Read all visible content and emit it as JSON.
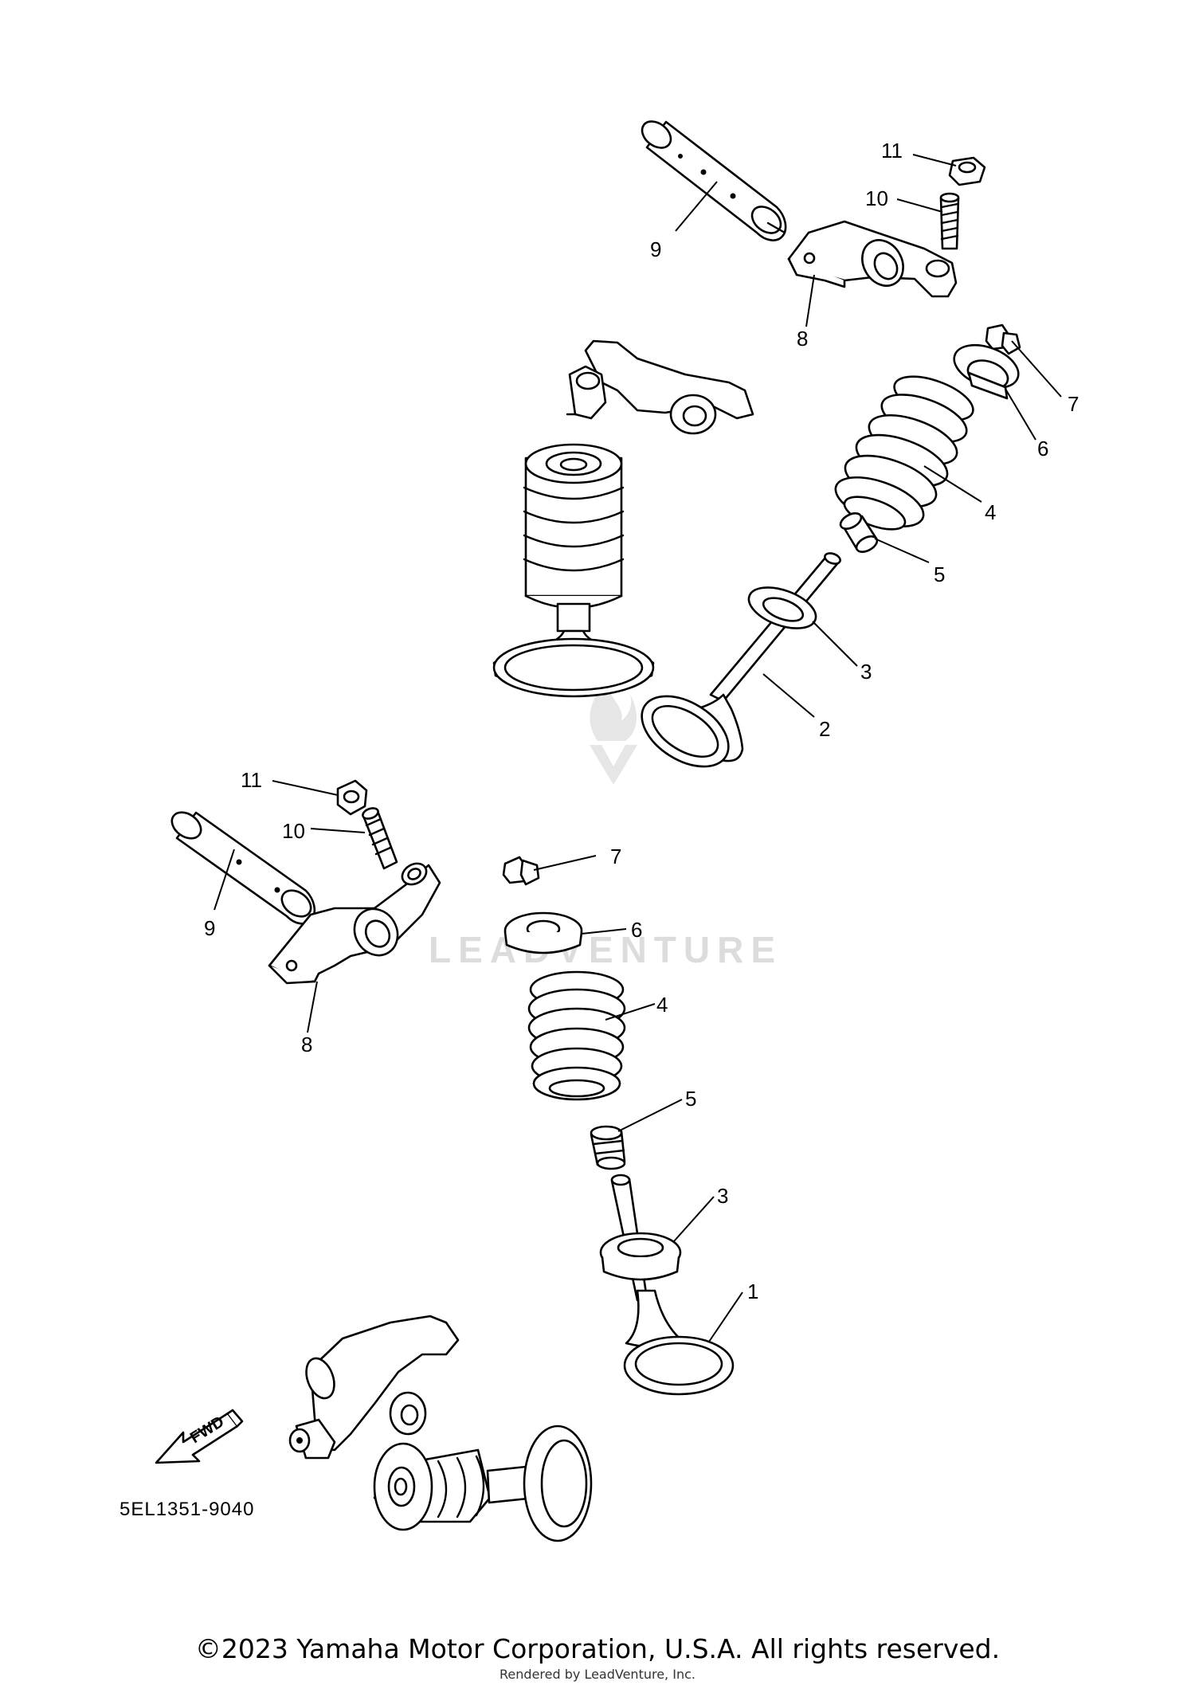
{
  "diagram": {
    "part_code": "5EL1351-9040",
    "watermark": "LEADVENTURE",
    "fwd_label": "FWD",
    "callouts": {
      "upper_11": "11",
      "upper_10": "10",
      "upper_9": "9",
      "upper_8": "8",
      "upper_7": "7",
      "upper_6": "6",
      "upper_4": "4",
      "upper_5": "5",
      "upper_3": "3",
      "upper_2": "2",
      "lower_11": "11",
      "lower_10": "10",
      "lower_9": "9",
      "lower_8": "8",
      "lower_7": "7",
      "lower_6": "6",
      "lower_4": "4",
      "lower_5": "5",
      "lower_3": "3",
      "lower_1": "1"
    }
  },
  "footer": {
    "copyright": "©2023 Yamaha Motor Corporation, U.S.A. All rights reserved.",
    "rendered_by": "Rendered by LeadVenture, Inc."
  }
}
